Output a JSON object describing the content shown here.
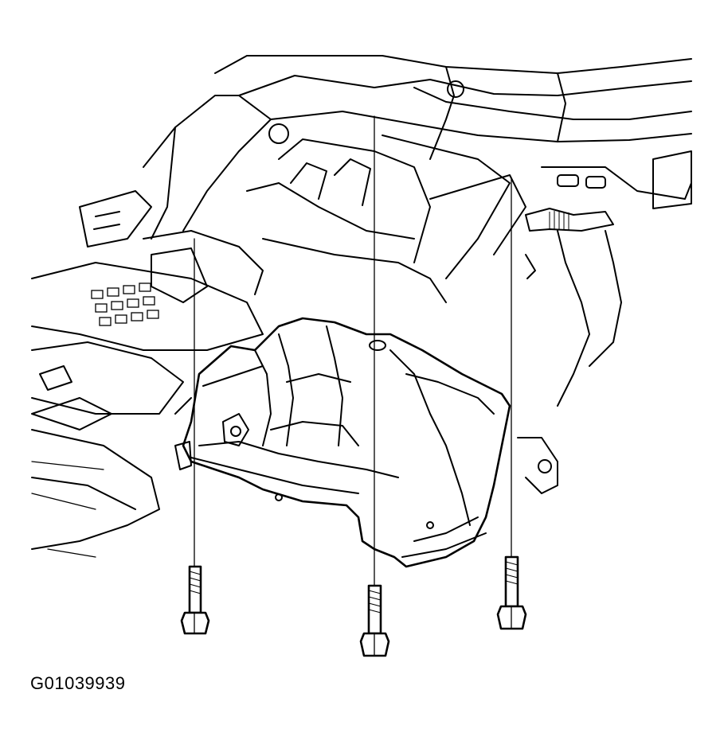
{
  "figure": {
    "id_label": "G01039939"
  },
  "colors": {
    "line": "#000000",
    "background": "#ffffff"
  },
  "parts": [
    "vehicle-underbody",
    "fuel-tank-shield",
    "bolt",
    "bolt",
    "bolt"
  ]
}
